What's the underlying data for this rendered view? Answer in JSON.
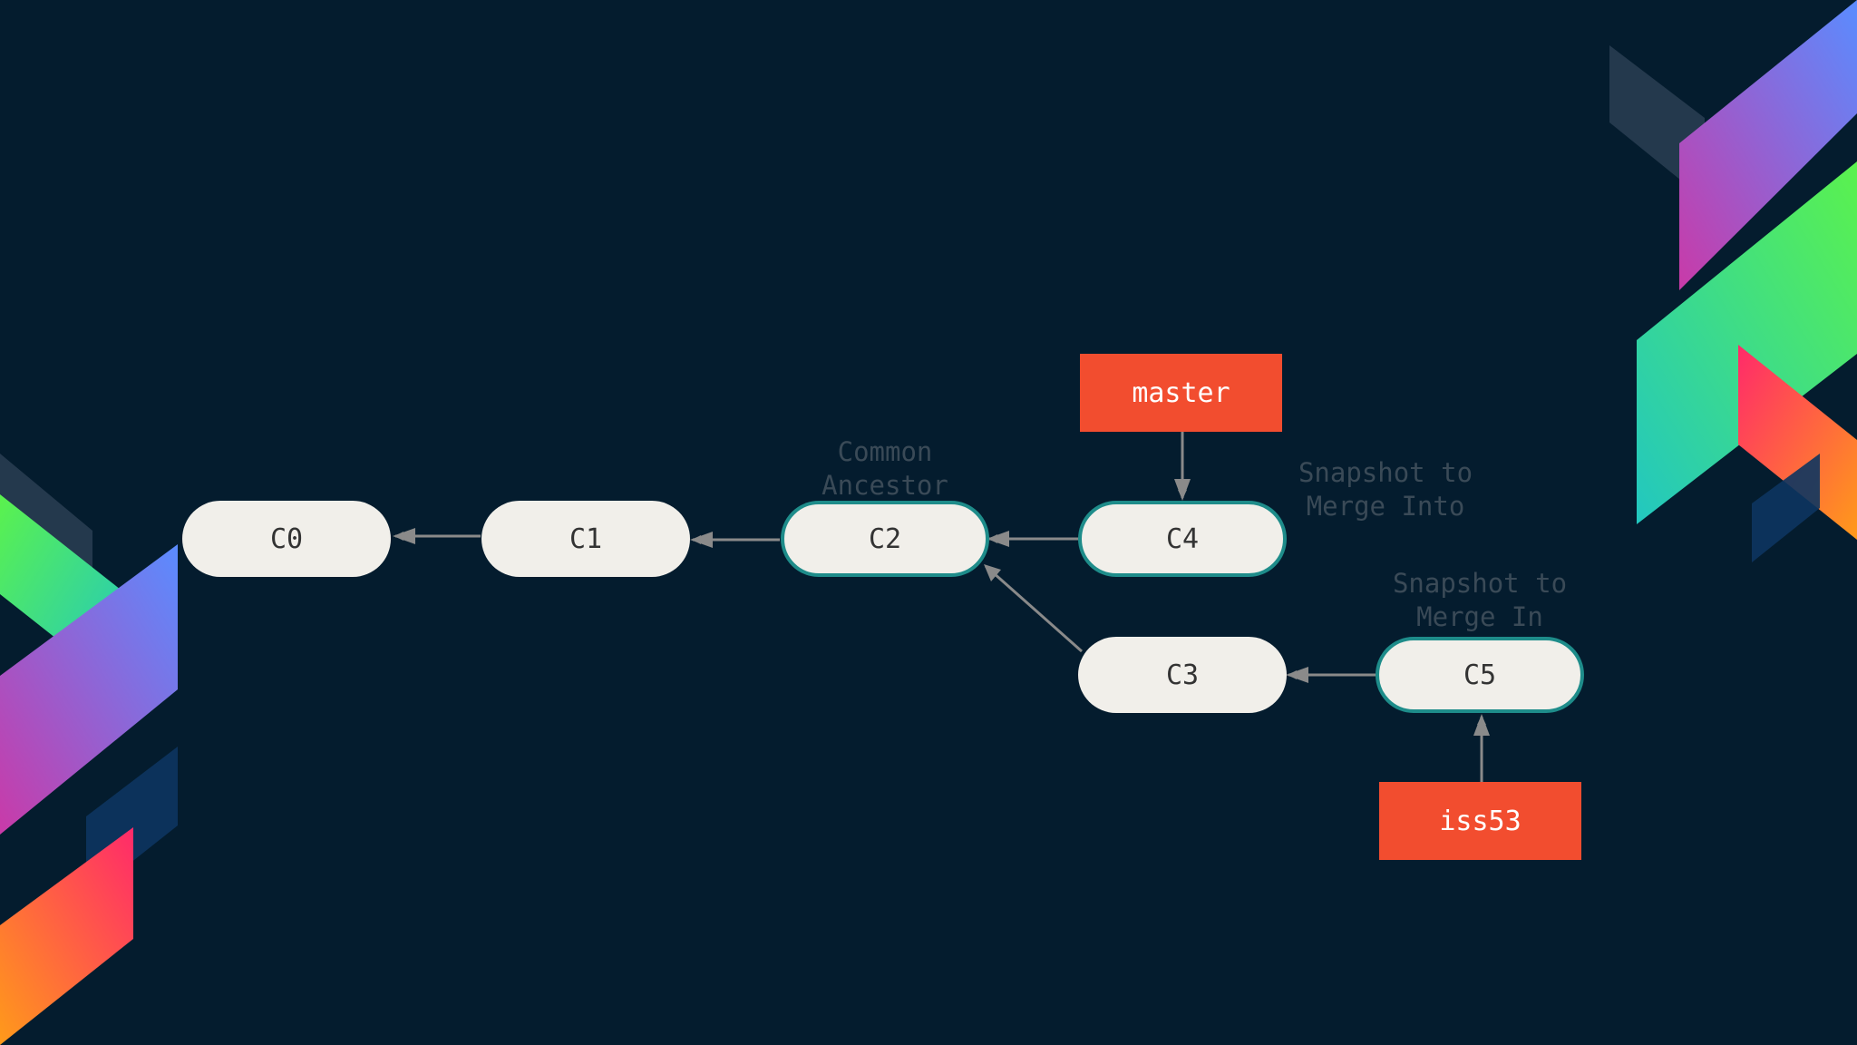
{
  "commits": {
    "c0": "C0",
    "c1": "C1",
    "c2": "C2",
    "c3": "C3",
    "c4": "C4",
    "c5": "C5"
  },
  "branches": {
    "master": "master",
    "iss53": "iss53"
  },
  "annotations": {
    "common_ancestor": [
      "Common",
      "Ancestor"
    ],
    "snapshot_into": [
      "Snapshot to",
      "Merge Into"
    ],
    "snapshot_in": [
      "Snapshot to",
      "Merge In"
    ]
  },
  "colors": {
    "background": "#041c2e",
    "commit_fill": "#f1efea",
    "highlight_border": "#1e8c8a",
    "branch_fill": "#f24d2f",
    "arrow": "#8a8a8a",
    "annotation_text": "#3a4a57"
  }
}
